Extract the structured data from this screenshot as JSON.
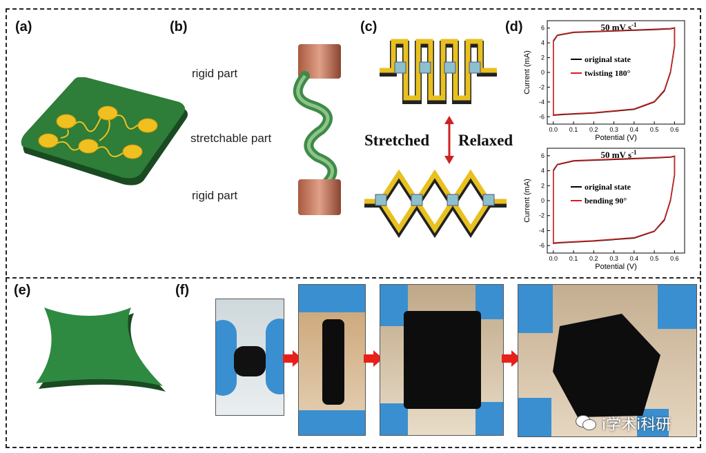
{
  "panel_labels": {
    "a": "(a)",
    "b": "(b)",
    "c": "(c)",
    "d": "(d)",
    "e": "(e)",
    "f": "(f)"
  },
  "panel_b": {
    "top": "rigid part",
    "middle": "stretchable part",
    "bottom": "rigid part"
  },
  "panel_c": {
    "left": "Stretched",
    "right": "Relaxed"
  },
  "watermark": "i学术i科研",
  "chart_data": [
    {
      "type": "line",
      "title": "50 mV s",
      "title_sup": "-1",
      "xlabel": "Potential (V)",
      "ylabel": "Current (mA)",
      "xticks": [
        "0.0",
        "0.1",
        "0.2",
        "0.3",
        "0.4",
        "0.5",
        "0.6"
      ],
      "yticks": [
        "-6",
        "-4",
        "-2",
        "0",
        "2",
        "4",
        "6"
      ],
      "xlim": [
        -0.03,
        0.65
      ],
      "ylim": [
        -7,
        7
      ],
      "legend_placement": "center",
      "series": [
        {
          "name": "original state",
          "color": "#000000",
          "upper": [
            [
              0,
              4.2
            ],
            [
              0.02,
              5
            ],
            [
              0.1,
              5.4
            ],
            [
              0.3,
              5.6
            ],
            [
              0.5,
              5.8
            ],
            [
              0.58,
              5.9
            ],
            [
              0.6,
              6.0
            ]
          ],
          "lower": [
            [
              0.6,
              6.0
            ],
            [
              0.6,
              3.5
            ],
            [
              0.58,
              0
            ],
            [
              0.55,
              -2.5
            ],
            [
              0.5,
              -4
            ],
            [
              0.4,
              -5
            ],
            [
              0.2,
              -5.5
            ],
            [
              0.05,
              -5.7
            ],
            [
              0,
              -5.8
            ],
            [
              0,
              4.2
            ]
          ]
        },
        {
          "name": "twisting 180°",
          "color": "#cc2222",
          "upper": [
            [
              0,
              4.3
            ],
            [
              0.02,
              5.05
            ],
            [
              0.1,
              5.45
            ],
            [
              0.3,
              5.65
            ],
            [
              0.5,
              5.85
            ],
            [
              0.58,
              5.95
            ],
            [
              0.6,
              6.05
            ]
          ],
          "lower": [
            [
              0.6,
              6.05
            ],
            [
              0.6,
              3.6
            ],
            [
              0.58,
              0.1
            ],
            [
              0.55,
              -2.4
            ],
            [
              0.5,
              -3.95
            ],
            [
              0.4,
              -4.95
            ],
            [
              0.2,
              -5.45
            ],
            [
              0.05,
              -5.65
            ],
            [
              0,
              -5.75
            ],
            [
              0,
              4.3
            ]
          ]
        }
      ]
    },
    {
      "type": "line",
      "title": "50 mV s",
      "title_sup": "-1",
      "xlabel": "Potential (V)",
      "ylabel": "Current (mA)",
      "xticks": [
        "0.0",
        "0.1",
        "0.2",
        "0.3",
        "0.4",
        "0.5",
        "0.6"
      ],
      "yticks": [
        "-6",
        "-4",
        "-2",
        "0",
        "2",
        "4",
        "6"
      ],
      "xlim": [
        -0.03,
        0.65
      ],
      "ylim": [
        -7,
        7
      ],
      "legend_placement": "center",
      "series": [
        {
          "name": "original state",
          "color": "#000000",
          "upper": [
            [
              0,
              4.0
            ],
            [
              0.02,
              4.8
            ],
            [
              0.1,
              5.3
            ],
            [
              0.3,
              5.5
            ],
            [
              0.5,
              5.7
            ],
            [
              0.58,
              5.8
            ],
            [
              0.6,
              5.9
            ]
          ],
          "lower": [
            [
              0.6,
              5.9
            ],
            [
              0.6,
              3.4
            ],
            [
              0.58,
              0
            ],
            [
              0.55,
              -2.6
            ],
            [
              0.5,
              -4.1
            ],
            [
              0.4,
              -5
            ],
            [
              0.2,
              -5.4
            ],
            [
              0.05,
              -5.6
            ],
            [
              0,
              -5.7
            ],
            [
              0,
              4.0
            ]
          ]
        },
        {
          "name": "bending 90°",
          "color": "#cc2222",
          "upper": [
            [
              0,
              4.1
            ],
            [
              0.02,
              4.85
            ],
            [
              0.1,
              5.35
            ],
            [
              0.3,
              5.55
            ],
            [
              0.5,
              5.75
            ],
            [
              0.58,
              5.85
            ],
            [
              0.6,
              5.95
            ]
          ],
          "lower": [
            [
              0.6,
              5.95
            ],
            [
              0.6,
              3.5
            ],
            [
              0.58,
              0.1
            ],
            [
              0.55,
              -2.5
            ],
            [
              0.5,
              -4.05
            ],
            [
              0.4,
              -4.95
            ],
            [
              0.2,
              -5.35
            ],
            [
              0.05,
              -5.55
            ],
            [
              0,
              -5.65
            ],
            [
              0,
              4.1
            ]
          ]
        }
      ]
    }
  ]
}
